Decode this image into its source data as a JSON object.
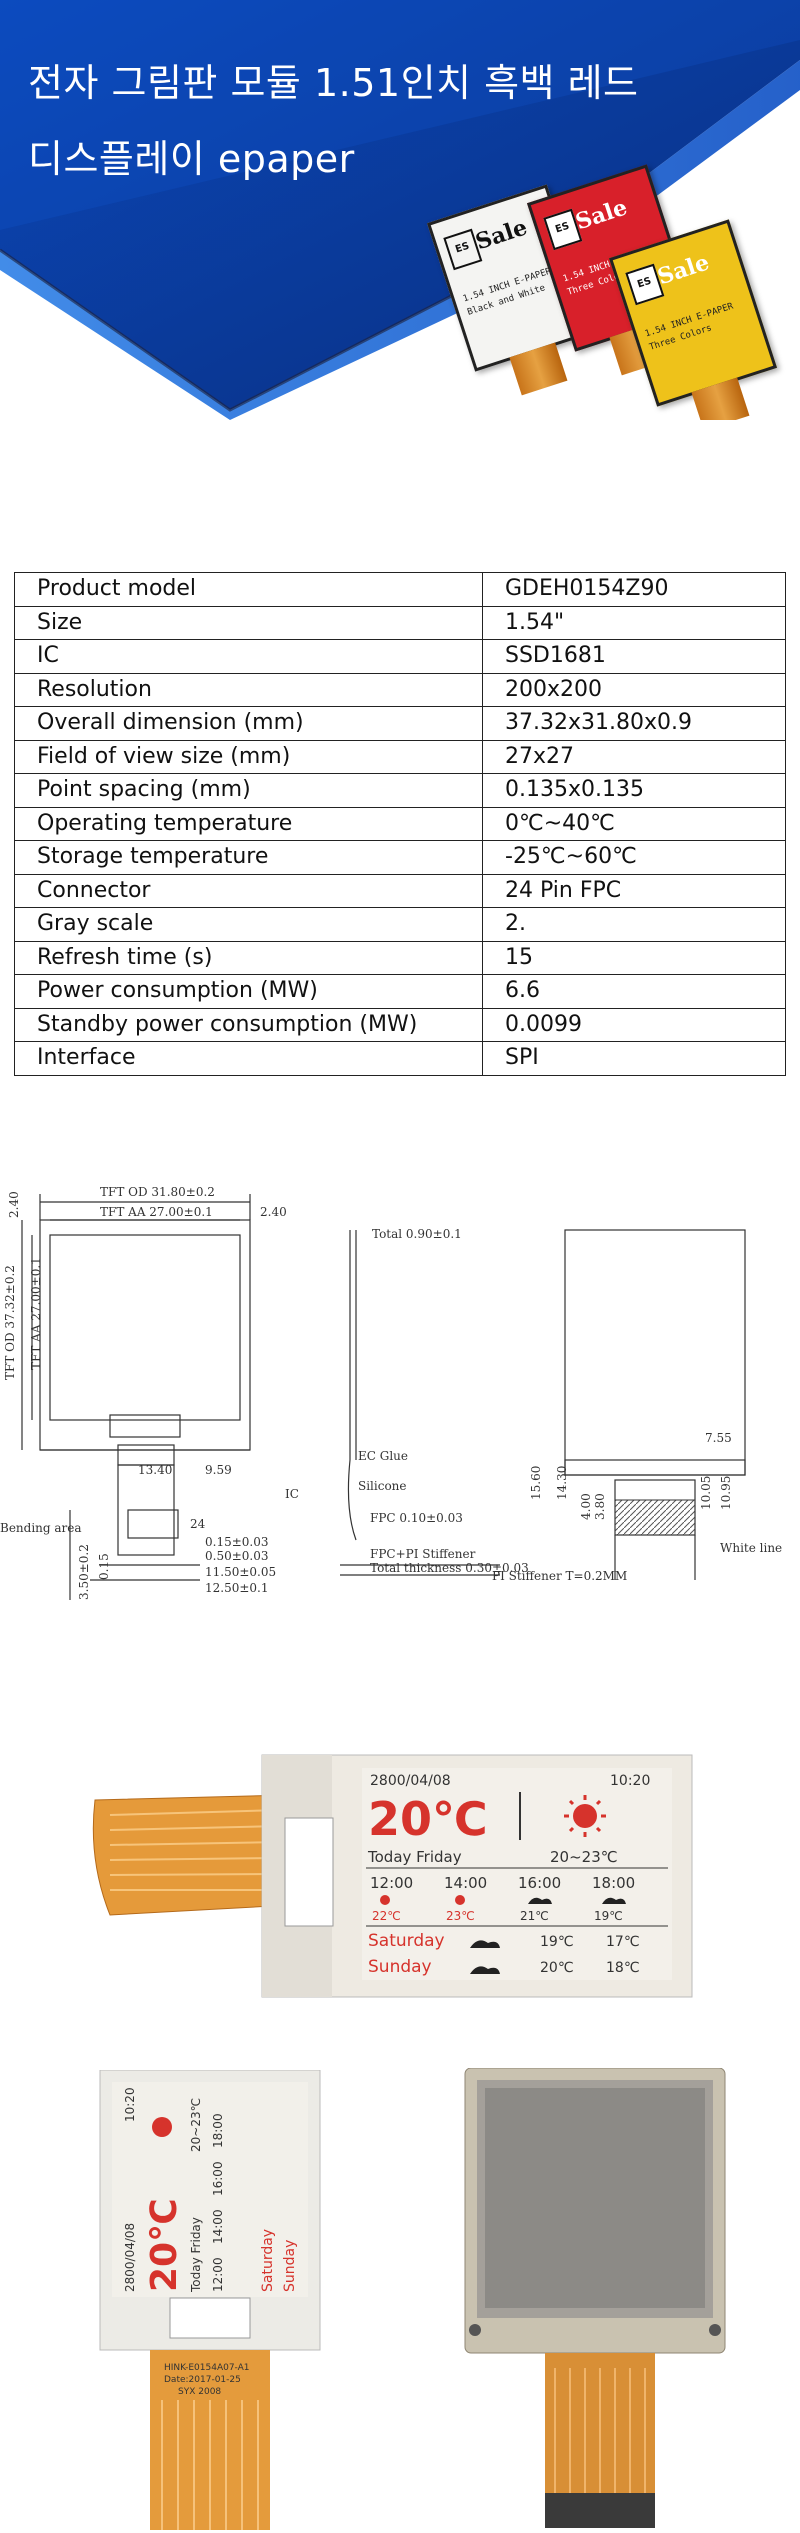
{
  "banner": {
    "title_line1": "전자 그림판 모듈 1.51인치 흑백 레드",
    "title_line2": "디스플레이 epaper",
    "colors": {
      "blue_dark": "#0a3c9a",
      "blue_light": "#2f7de0"
    },
    "cards": [
      {
        "color": "#f4f4f2",
        "sale": "Sale",
        "logo": "ES",
        "lines": [
          "1.54 INCH E-PAPER",
          "Black and White"
        ]
      },
      {
        "color": "#d8202a",
        "sale": "Sale",
        "logo": "ES",
        "lines": [
          "1.54 INCH",
          "Three Colors"
        ]
      },
      {
        "color": "#eec21a",
        "sale": "Sale",
        "logo": "ES",
        "lines": [
          "1.54 INCH E-PAPER",
          "Three Colors"
        ]
      }
    ]
  },
  "spec_table": {
    "rows": [
      {
        "label": "Product model",
        "value": "GDEH0154Z90"
      },
      {
        "label": "Size",
        "value": "1.54\""
      },
      {
        "label": "IC",
        "value": "SSD1681"
      },
      {
        "label": "Resolution",
        "value": "200x200"
      },
      {
        "label": "Overall dimension (mm)",
        "value": "37.32x31.80x0.9"
      },
      {
        "label": "Field of view size (mm)",
        "value": "27x27"
      },
      {
        "label": "Point spacing (mm)",
        "value": "0.135x0.135"
      },
      {
        "label": "Operating temperature",
        "value": "0℃~40℃"
      },
      {
        "label": "Storage temperature",
        "value": "-25℃~60℃"
      },
      {
        "label": "Connector",
        "value": "24 Pin FPC"
      },
      {
        "label": "Gray scale",
        "value": "2."
      },
      {
        "label": "Refresh time (s)",
        "value": "15"
      },
      {
        "label": "Power consumption (MW)",
        "value": "6.6"
      },
      {
        "label": "Standby power consumption (MW)",
        "value": "0.0099"
      },
      {
        "label": "Interface",
        "value": "SPI"
      }
    ]
  },
  "drawing": {
    "tft_od_w": "TFT OD 31.80±0.2",
    "tft_aa_w": "TFT AA 27.00±0.1",
    "dim_240_a": "2.40",
    "dim_240_b": "2.40",
    "tft_od_h": "TFT OD 37.32±0.2",
    "tft_aa_h": "TFT AA 27.00±0.1",
    "total": "Total 0.90±0.1",
    "ec_glue": "EC Glue",
    "silicone": "Silicone",
    "ic": "IC",
    "fpc": "FPC 0.10±0.03",
    "fpc_pi": "FPC+PI Stiffener",
    "total_thick": "Total thickness 0.30±0.03",
    "bending": "Bending area",
    "d1340": "13.40",
    "d959": "9.59",
    "d24": "24",
    "d015": "0.15±0.03",
    "d050": "0.50±0.03",
    "d1150": "11.50±0.05",
    "d1250": "12.50±0.1",
    "d350": "3.50±0.2",
    "d015b": "0.15",
    "d755": "7.55",
    "d1560": "15.60",
    "d1430": "14.30",
    "d400": "4.00",
    "d380": "3.80",
    "d1005": "10.05",
    "d1095": "10.95",
    "white_line": "White line",
    "pi_stiffener": "PI Stiffener T=0.2MM"
  },
  "photo_main": {
    "date": "2800/04/08",
    "time": "10:20",
    "temp": "20℃",
    "day": "Today Friday",
    "range": "20~23℃",
    "hours": [
      "12:00",
      "14:00",
      "16:00",
      "18:00"
    ],
    "hour_temps": [
      "22℃",
      "23℃",
      "21℃",
      "19℃"
    ],
    "sat": "Saturday",
    "sun": "Sunday",
    "sat_temps": [
      "19℃",
      "17℃"
    ],
    "sun_temps": [
      "20℃",
      "18℃"
    ],
    "colors": {
      "red": "#d6332c",
      "fpc": "#e29a3c"
    }
  },
  "photo_rot": {
    "label1": "HINK-E0154A07-A1",
    "label2": "Date:2017-01-25",
    "label3": "SYX 2008"
  }
}
